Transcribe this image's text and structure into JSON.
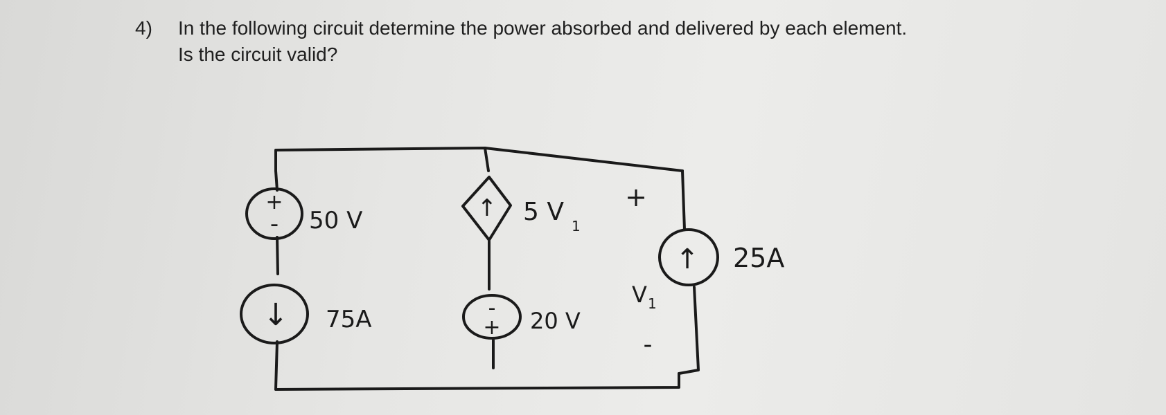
{
  "question": {
    "number": "4)",
    "line1": "In the following circuit determine the power absorbed and delivered by each element.",
    "line2": "Is the circuit valid?"
  },
  "circuit": {
    "voltage_source_top": {
      "value_label": "50 V",
      "plus": "+",
      "minus": "-"
    },
    "current_source_left": {
      "value_label": "75A",
      "arrow": "↓"
    },
    "dependent_source": {
      "value_label": "5 V",
      "subscript": "1",
      "arrow": "↑"
    },
    "voltage_source_middle": {
      "value_label": "20 V",
      "plus": "+",
      "minus": "-"
    },
    "v1_label": {
      "text": "V",
      "subscript": "1",
      "plus": "+",
      "minus": "-"
    },
    "current_source_right": {
      "value_label": "25A",
      "arrow": "↑"
    }
  }
}
